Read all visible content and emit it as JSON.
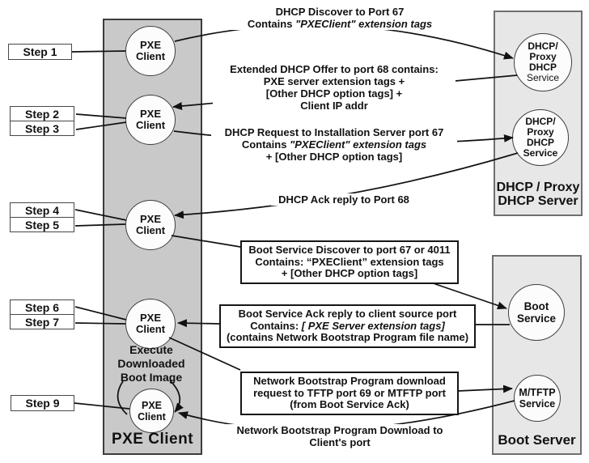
{
  "client": {
    "title": "PXE Client",
    "circle": [
      "PXE",
      "Client"
    ],
    "execute_note": [
      "Execute",
      "Downloaded",
      "Boot Image"
    ]
  },
  "steps": [
    "Step 1",
    "Step 2",
    "Step 3",
    "Step 4",
    "Step 5",
    "Step 6",
    "Step 7",
    "Step 9"
  ],
  "dhcp_server": {
    "title": [
      "DHCP / Proxy",
      "DHCP Server"
    ],
    "circle1": [
      "DHCP/",
      "Proxy",
      "DHCP",
      "Service"
    ],
    "circle2": [
      "DHCP/",
      "Proxy",
      "DHCP",
      "Service"
    ]
  },
  "boot_server": {
    "title": "Boot Server",
    "boot_circle": [
      "Boot",
      "Service"
    ],
    "tftp_circle": [
      "M/TFTP",
      "Service"
    ]
  },
  "messages": {
    "t1": {
      "line1": "DHCP Discover to Port 67",
      "line2_pre": "Contains ",
      "line2_italic": "\"PXEClient\" extension tags"
    },
    "t2": {
      "line1": "Extended DHCP Offer to port 68 contains:",
      "line2": "PXE server extension tags +",
      "line3": "[Other DHCP option tags] +",
      "line4": "Client IP addr"
    },
    "t3": {
      "line1": "DHCP Request to Installation Server port 67",
      "line2_pre": "Contains ",
      "line2_italic": "\"PXEClient\" extension tags",
      "line3": "+ [Other DHCP option tags]"
    },
    "t4": {
      "line1": "DHCP Ack reply to Port 68"
    },
    "b5": {
      "line1": "Boot Service Discover to port 67 or 4011",
      "line2": "Contains: “PXEClient” extension tags",
      "line3": "+ [Other DHCP option tags]"
    },
    "b6": {
      "line1": "Boot Service Ack reply to client source port",
      "line2_pre": "Contains: ",
      "line2_italic": "[ PXE Server extension tags]",
      "line3": "(contains Network Bootstrap Program file name)"
    },
    "b7": {
      "line1": "Network Bootstrap Program download",
      "line2": "request to TFTP port 69 or MTFTP port",
      "line3": "(from Boot Service Ack)"
    },
    "t8": {
      "line1": "Network Bootstrap Program Download to",
      "line2": "Client's port"
    }
  },
  "colors": {
    "background": "#ffffff",
    "column_fill": "#c9c9c9",
    "column_border": "#3c3c3c",
    "server_box_fill": "#e7e7e7",
    "server_box_border": "#6f6f6f",
    "circle_fill": "#fcfcfc",
    "circle_border": "#3f3f3f",
    "line_color": "#111111",
    "text_color": "#111111"
  }
}
